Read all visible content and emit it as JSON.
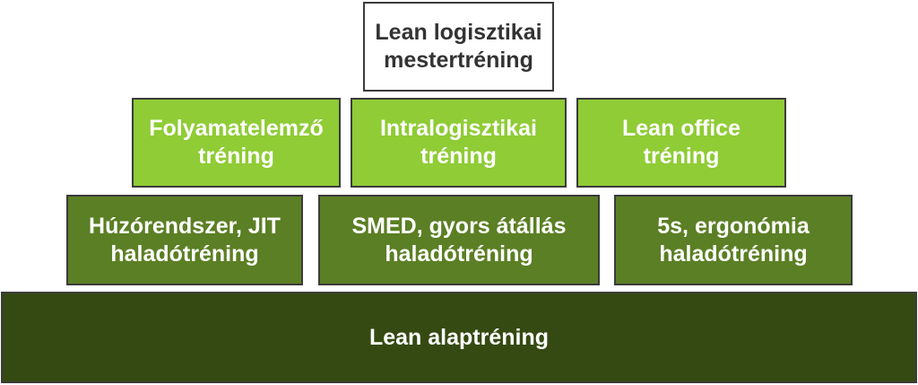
{
  "pyramid": {
    "top": {
      "line1": "Lean logisztikai",
      "line2": "mestertréning"
    },
    "level2": [
      {
        "line1": "Folyamatelemző",
        "line2": "tréning"
      },
      {
        "line1": "Intralogisztikai",
        "line2": "tréning"
      },
      {
        "line1": "Lean office",
        "line2": "tréning"
      }
    ],
    "level3": [
      {
        "line1": "Húzórendszer, JIT",
        "line2": "haladótréning"
      },
      {
        "line1": "SMED, gyors átállás",
        "line2": "haladótréning"
      },
      {
        "line1": "5s, ergonómia",
        "line2": "haladótréning"
      }
    ],
    "base": {
      "label": "Lean alaptréning"
    }
  },
  "colors": {
    "top_fill": "#ffffff",
    "level2_fill": "#8fcc35",
    "level3_fill": "#5b7f24",
    "base_fill": "#354a12",
    "border": "#3b3b3b"
  }
}
